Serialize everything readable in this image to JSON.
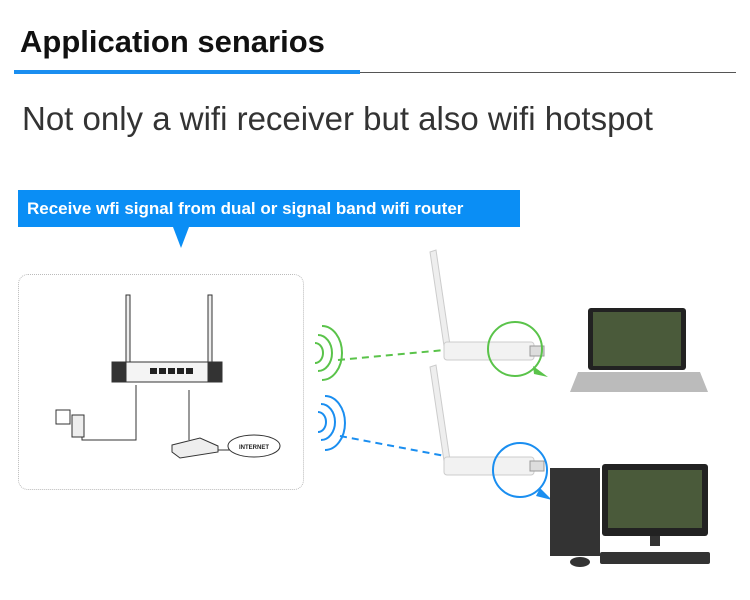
{
  "header": {
    "title": "Application senarios",
    "subtitle": "Not only a wifi receiver but also wifi hotspot"
  },
  "banner": {
    "text": "Receive wfi signal from dual or signal band wifi router"
  },
  "diagram": {
    "internet_label": "INTERNET"
  },
  "colors": {
    "accent": "#0a8ef5",
    "green": "#5ac34a",
    "blue": "#1a8ef0"
  }
}
